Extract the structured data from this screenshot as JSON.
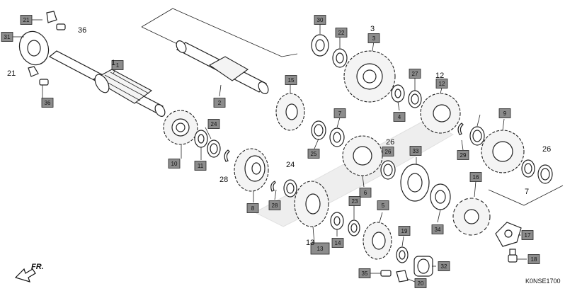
{
  "diagram_code": "K0NSE1700",
  "direction_label": "FR.",
  "callouts_boxed": [
    {
      "id": "box-21",
      "label": "21"
    },
    {
      "id": "box-31",
      "label": "31"
    },
    {
      "id": "box-1",
      "label": "1"
    },
    {
      "id": "box-36",
      "label": "36"
    },
    {
      "id": "box-2",
      "label": "2"
    },
    {
      "id": "box-30",
      "label": "30"
    },
    {
      "id": "box-22",
      "label": "22"
    },
    {
      "id": "box-3",
      "label": "3"
    },
    {
      "id": "box-15",
      "label": "15"
    },
    {
      "id": "box-27",
      "label": "27"
    },
    {
      "id": "box-12",
      "label": "12"
    },
    {
      "id": "box-4",
      "label": "4"
    },
    {
      "id": "box-7",
      "label": "7"
    },
    {
      "id": "box-25a",
      "label": "25"
    },
    {
      "id": "box-9",
      "label": "9"
    },
    {
      "id": "box-24",
      "label": "24"
    },
    {
      "id": "box-10",
      "label": "10"
    },
    {
      "id": "box-11",
      "label": "11"
    },
    {
      "id": "box-26",
      "label": "26"
    },
    {
      "id": "box-33",
      "label": "33"
    },
    {
      "id": "box-29",
      "label": "29"
    },
    {
      "id": "box-16",
      "label": "16"
    },
    {
      "id": "box-6",
      "label": "6"
    },
    {
      "id": "box-8",
      "label": "8"
    },
    {
      "id": "box-28",
      "label": "28"
    },
    {
      "id": "box-23",
      "label": "23"
    },
    {
      "id": "box-5",
      "label": "5"
    },
    {
      "id": "box-34",
      "label": "34"
    },
    {
      "id": "box-17",
      "label": "17"
    },
    {
      "id": "box-13",
      "label": "13"
    },
    {
      "id": "box-14",
      "label": "14"
    },
    {
      "id": "box-19",
      "label": "19"
    },
    {
      "id": "box-32",
      "label": "32"
    },
    {
      "id": "box-18",
      "label": "18"
    },
    {
      "id": "box-35",
      "label": "35"
    },
    {
      "id": "box-20",
      "label": "20"
    }
  ],
  "callouts_plain": [
    {
      "id": "txt-36",
      "label": "36"
    },
    {
      "id": "txt-1",
      "label": "1"
    },
    {
      "id": "txt-21",
      "label": "21"
    },
    {
      "id": "txt-3",
      "label": "3"
    },
    {
      "id": "txt-12",
      "label": "12"
    },
    {
      "id": "txt-26a",
      "label": "26"
    },
    {
      "id": "txt-26b",
      "label": "26"
    },
    {
      "id": "txt-24",
      "label": "24"
    },
    {
      "id": "txt-28",
      "label": "28"
    },
    {
      "id": "txt-7",
      "label": "7"
    },
    {
      "id": "txt-13",
      "label": "13"
    }
  ]
}
